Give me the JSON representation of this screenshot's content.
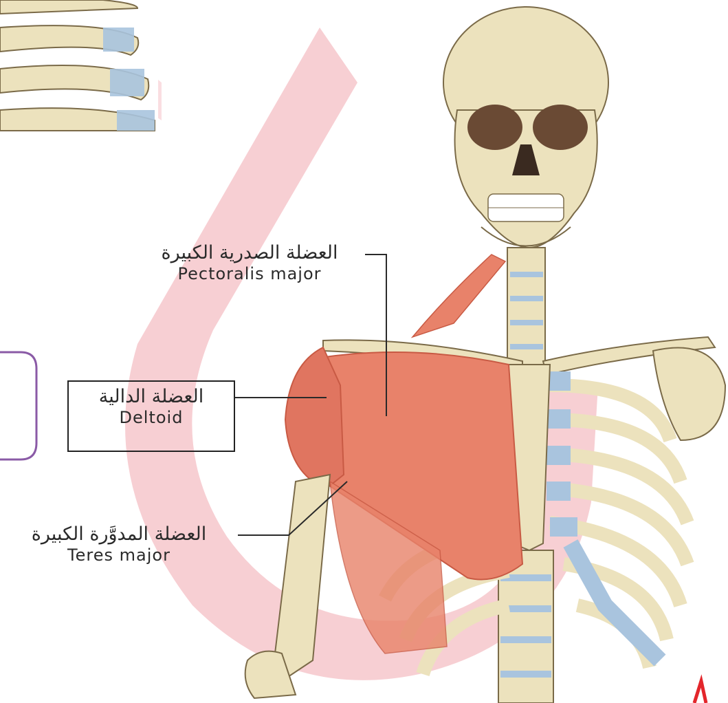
{
  "labels": {
    "pectoralis": {
      "arabic": "العضلة الصدرية الكبيرة",
      "english": "Pectoralis major"
    },
    "deltoid": {
      "arabic": "العضلة الدالية",
      "english": "Deltoid"
    },
    "teres": {
      "arabic": "العضلة المدوَّرة الكبيرة",
      "english": "Teres major"
    }
  },
  "colors": {
    "bone": "#ece2bd",
    "bone_outline": "#7a6a48",
    "cartilage": "#a9c4de",
    "muscle": "#e8826a",
    "muscle_dark": "#c85a44",
    "watermark": "#f6c7cc",
    "callout_border": "#8a5aa6",
    "accent_red": "#e3262b"
  }
}
